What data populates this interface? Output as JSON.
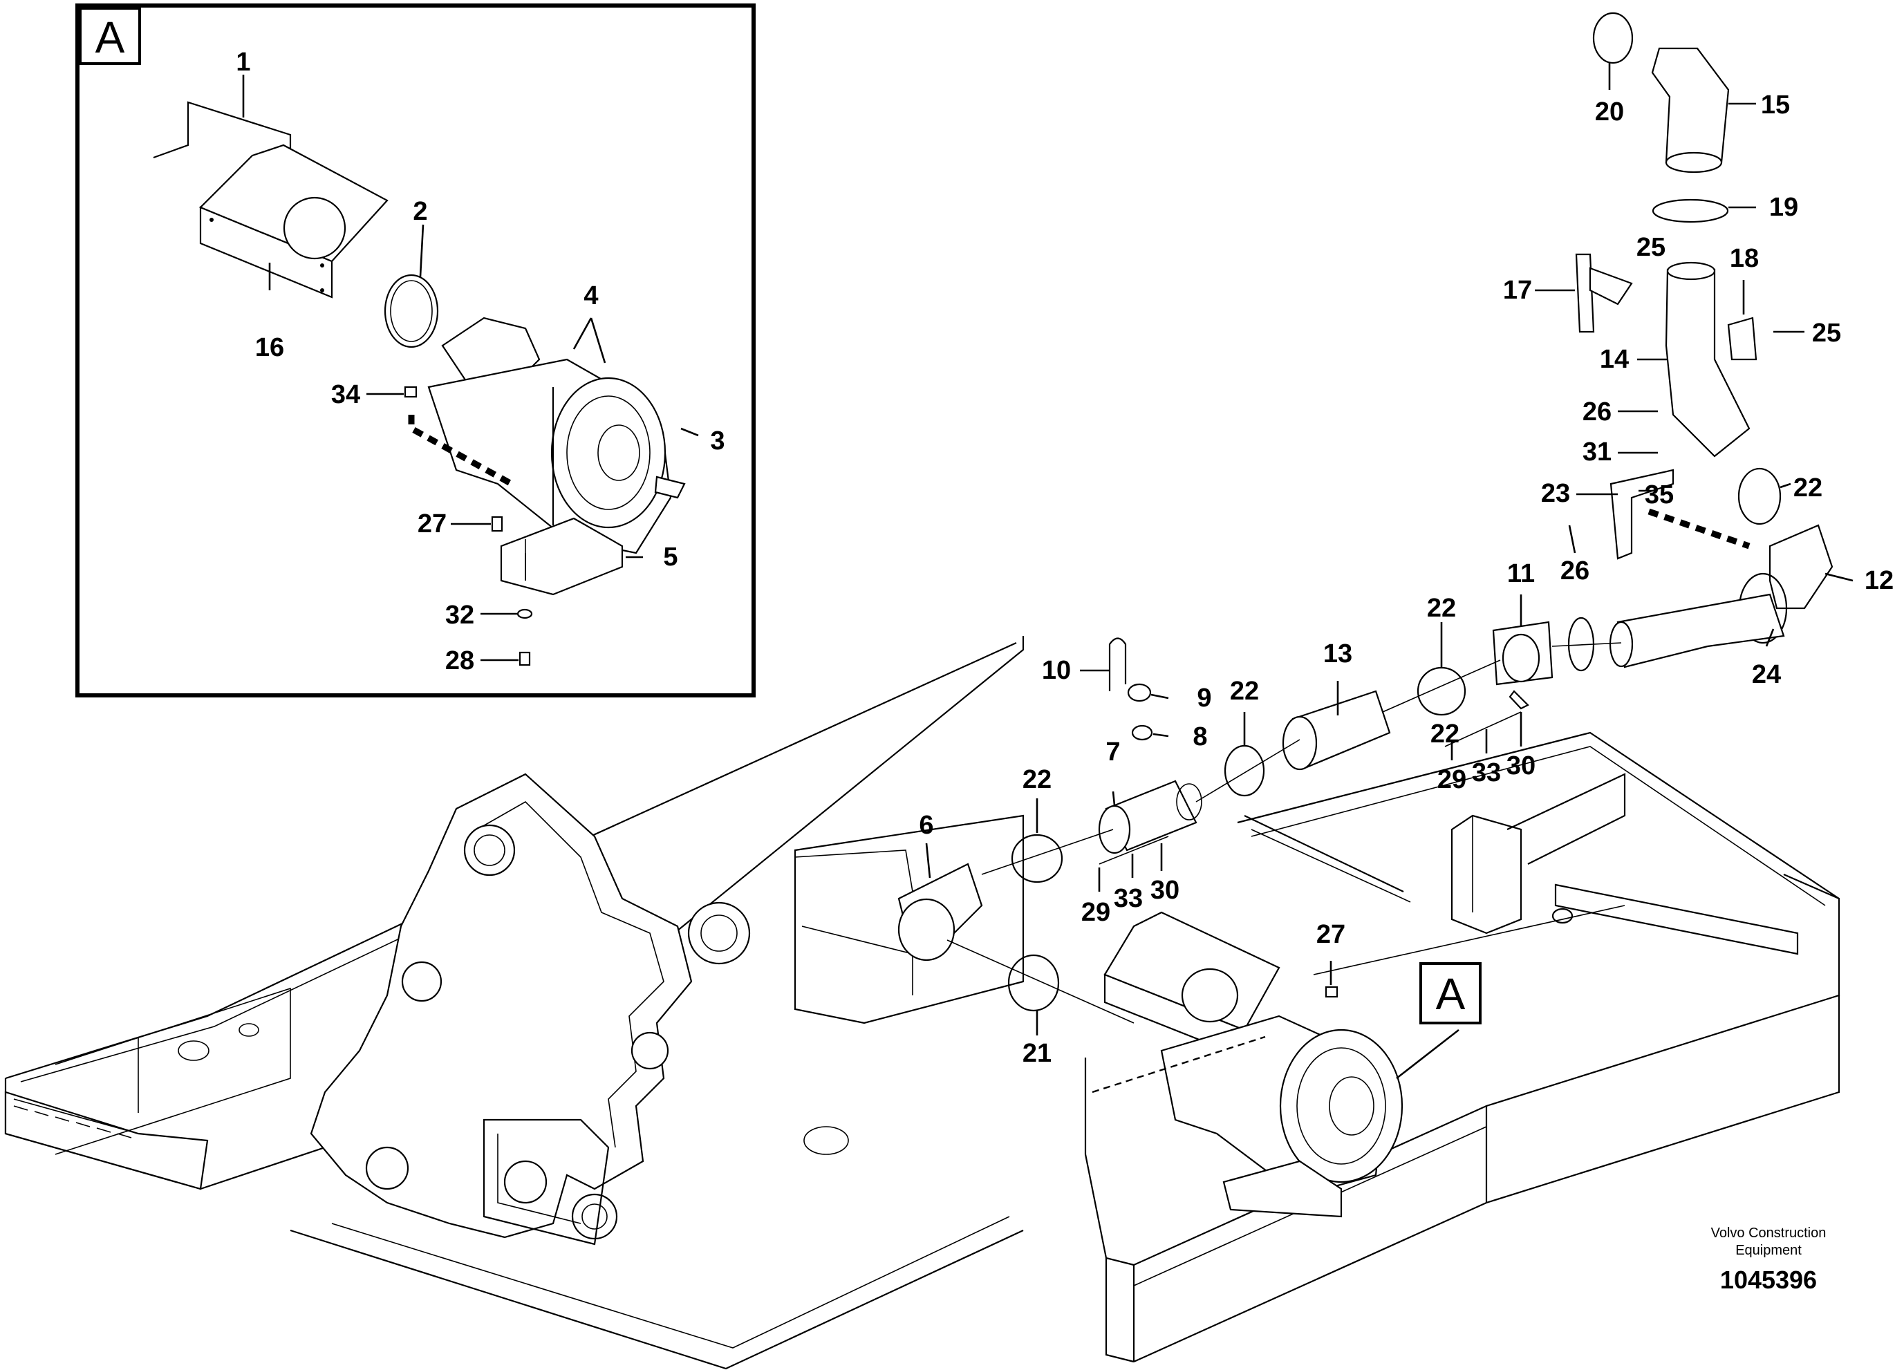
{
  "detail_view": {
    "tag": "A",
    "callouts": [
      "1",
      "2",
      "4",
      "16",
      "34",
      "3",
      "27",
      "5",
      "32",
      "28"
    ]
  },
  "main_view": {
    "tag": "A",
    "callouts": [
      "20",
      "15",
      "19",
      "25",
      "17",
      "18",
      "25",
      "14",
      "26",
      "31",
      "23",
      "35",
      "22",
      "12",
      "26",
      "11",
      "22",
      "13",
      "22",
      "10",
      "9",
      "8",
      "7",
      "22",
      "6",
      "29",
      "33",
      "30",
      "22",
      "29",
      "33",
      "30",
      "24",
      "27",
      "21"
    ]
  },
  "credit": {
    "line1": "Volvo Construction",
    "line2": "Equipment",
    "reference": "1045396"
  }
}
